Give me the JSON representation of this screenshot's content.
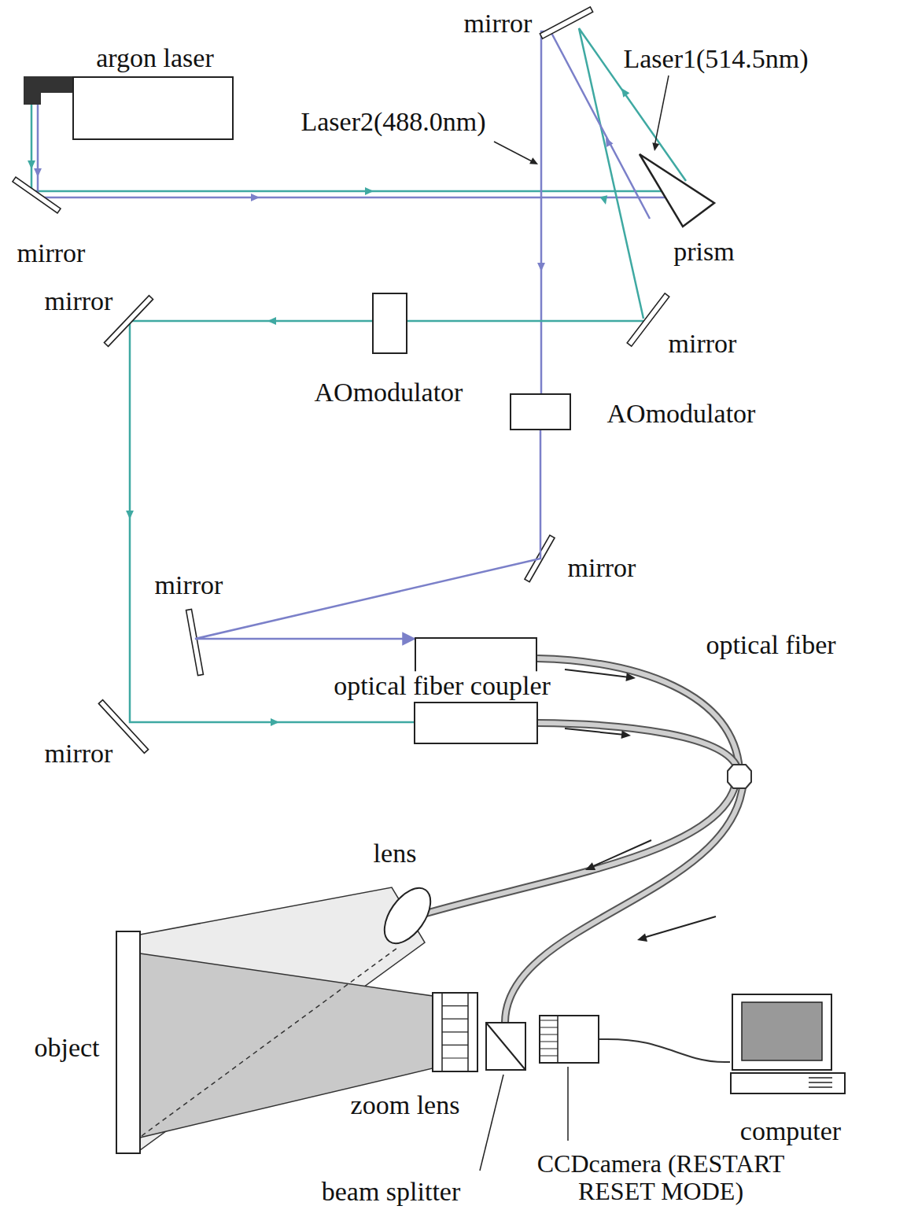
{
  "diagram": {
    "nodes": [
      {
        "text": [
          "argon laser"
        ]
      },
      {
        "text": [
          "AOmodulator"
        ]
      },
      {
        "text": [
          "AOmodulator"
        ]
      },
      {
        "text": [
          "optical fiber coupler"
        ]
      },
      {
        "text": [
          "CCDcamera (RESTART RESET MODE)"
        ]
      },
      {
        "text": [
          "computer"
        ]
      }
    ],
    "edges": [
      {
        "from": 2,
        "to": 3,
        "arrow": "to"
      },
      {
        "from": 4,
        "to": 5,
        "arrow": "none"
      }
    ],
    "labels": [
      "mirror",
      "Laser1(514.5nm)",
      "Laser2(488.0nm)",
      "mirror",
      "prism",
      "mirror",
      "mirror",
      "mirror",
      "mirror",
      "optical fiber",
      "mirror",
      "lens",
      "object",
      "zoom lens",
      "beam splitter"
    ]
  }
}
